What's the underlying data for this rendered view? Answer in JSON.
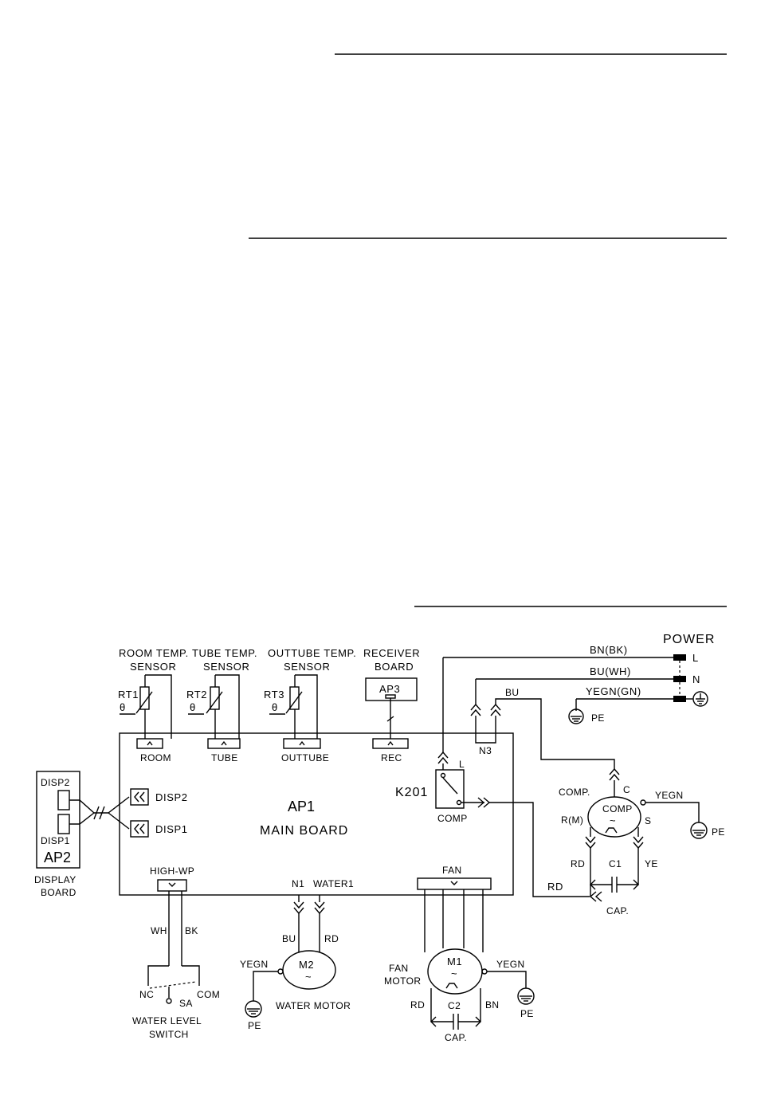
{
  "power": {
    "title": "POWER",
    "l": "L",
    "n": "N",
    "wire_l": "BN(BK)",
    "wire_n": "BU(WH)",
    "wire_pe": "YEGN(GN)",
    "pe": "PE"
  },
  "sensors": {
    "room": {
      "title1": "ROOM TEMP.",
      "title2": "SENSOR",
      "ref": "RT1",
      "theta": "θ",
      "port": "ROOM"
    },
    "tube": {
      "title1": "TUBE TEMP.",
      "title2": "SENSOR",
      "ref": "RT2",
      "theta": "θ",
      "port": "TUBE"
    },
    "outtube": {
      "title1": "OUTTUBE TEMP.",
      "title2": "SENSOR",
      "ref": "RT3",
      "theta": "θ",
      "port": "OUTTUBE"
    }
  },
  "receiver": {
    "title1": "RECEIVER",
    "title2": "BOARD",
    "ref": "AP3",
    "port": "REC"
  },
  "main_board": {
    "ref": "AP1",
    "name": "MAIN BOARD",
    "disp2": "DISP2",
    "disp1": "DISP1",
    "relay": "K201",
    "relay_l": "L",
    "relay_comp": "COMP",
    "n3": "N3",
    "bu": "BU",
    "high_wp": "HIGH-WP",
    "n1": "N1",
    "water1": "WATER1",
    "fan": "FAN"
  },
  "display_board": {
    "disp2": "DISP2",
    "disp1": "DISP1",
    "ref": "AP2",
    "title1": "DISPLAY",
    "title2": "BOARD"
  },
  "compressor": {
    "label": "COMP.",
    "name": "COMP",
    "c": "C",
    "r": "R(M)",
    "s": "S",
    "yegn": "YEGN",
    "pe": "PE",
    "rd_left": "RD",
    "ye": "YE",
    "c1": "C1",
    "cap": "CAP.",
    "rd_bottom": "RD"
  },
  "water_switch": {
    "wh": "WH",
    "bk": "BK",
    "nc": "NC",
    "sa": "SA",
    "com": "COM",
    "title1": "WATER LEVEL",
    "title2": "SWITCH"
  },
  "water_motor": {
    "bu": "BU",
    "rd": "RD",
    "ref": "M2",
    "tilde": "~",
    "yegn": "YEGN",
    "pe": "PE",
    "name": "WATER MOTOR"
  },
  "fan_motor": {
    "title1": "FAN",
    "title2": "MOTOR",
    "ref": "M1",
    "tilde": "~",
    "yegn": "YEGN",
    "pe": "PE",
    "rd": "RD",
    "bn": "BN",
    "c2": "C2",
    "cap": "CAP."
  }
}
